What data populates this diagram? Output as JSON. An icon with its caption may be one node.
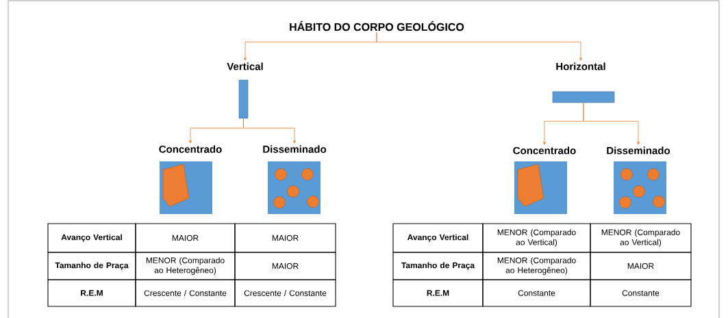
{
  "diagram": {
    "nodes": [
      {
        "text": [
          "HÁBITO DO CORPO GEOLÓGICO"
        ]
      },
      {
        "text": [
          "Vertical"
        ]
      },
      {
        "text": [
          "Horizontal"
        ]
      },
      {
        "text": [],
        "shape": "bar"
      },
      {
        "text": [],
        "shape": "bar"
      },
      {
        "text": [
          "Concentrado"
        ]
      },
      {
        "text": [
          "Disseminado"
        ]
      },
      {
        "text": [
          "Concentrado"
        ]
      },
      {
        "text": [
          "Disseminado"
        ]
      }
    ],
    "edges": [
      {
        "from": 0,
        "to": 1,
        "arrow": "to"
      },
      {
        "from": 0,
        "to": 2,
        "arrow": "to"
      },
      {
        "from": 3,
        "to": 5,
        "arrow": "to"
      },
      {
        "from": 3,
        "to": 6,
        "arrow": "to"
      },
      {
        "from": 4,
        "to": 7,
        "arrow": "to"
      },
      {
        "from": 4,
        "to": 8,
        "arrow": "to"
      }
    ],
    "labels": [
      "Avanço Vertical",
      "MAIOR",
      "MAIOR",
      "Tamanho de Praça",
      "MENOR (Comparado ao Heterogêneo)",
      "MAIOR",
      "R.E.M",
      "Crescente / Constante",
      "Crescente / Constante",
      "Avanço Vertical",
      "MENOR (Comparado ao Vertical)",
      "MENOR (Comparado ao Vertical)",
      "Tamanho de Praça",
      "MENOR (Comparado ao Heterogêneo)",
      "MAIOR",
      "R.E.M",
      "Constante",
      "Constante"
    ]
  }
}
